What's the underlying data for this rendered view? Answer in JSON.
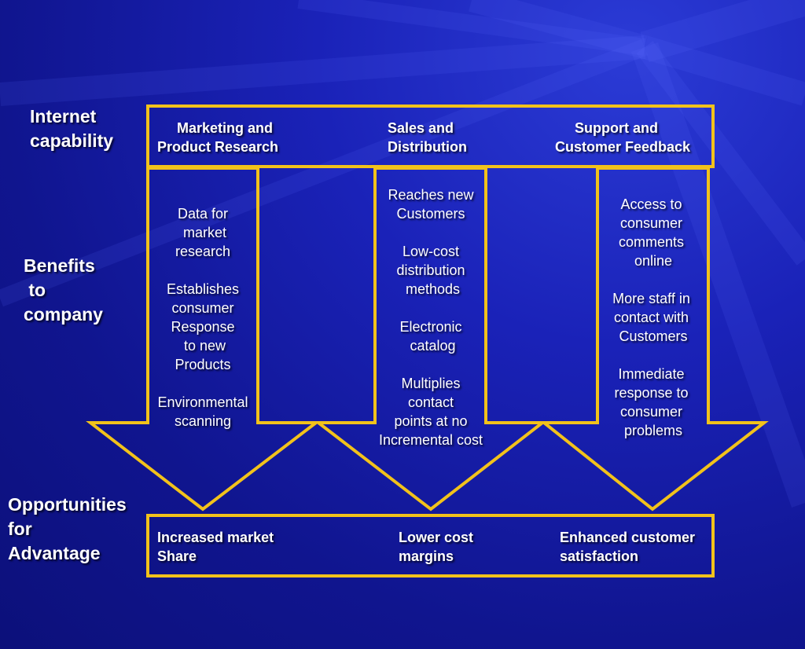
{
  "row_labels": {
    "internet": "Internet\ncapability",
    "benefits": "Benefits\n to\ncompany",
    "opportunities": "Opportunities\nfor\nAdvantage"
  },
  "capabilities": [
    "     Marketing and\nProduct Research",
    "Sales and\nDistribution",
    "     Support and\nCustomer Feedback"
  ],
  "benefits": [
    "Data for\n market\nresearch\n\nEstablishes\nconsumer\nResponse\n to new\nProducts\n\nEnvironmental\nscanning",
    "Reaches new\nCustomers\n\nLow-cost\ndistribution\n methods\n\nElectronic\n catalog\n\nMultiplies\ncontact\npoints at no\nIncremental cost",
    "Access to\nconsumer\ncomments\n online\n\nMore staff in\ncontact with\n Customers\n\nImmediate\nresponse to\nconsumer\n problems"
  ],
  "opportunities": [
    "Increased market\nShare",
    "Lower cost\nmargins",
    "Enhanced customer\nsatisfaction"
  ],
  "colors": {
    "outline": "#f2c21b",
    "text": "#ffffff",
    "background": "#1a22b8"
  }
}
